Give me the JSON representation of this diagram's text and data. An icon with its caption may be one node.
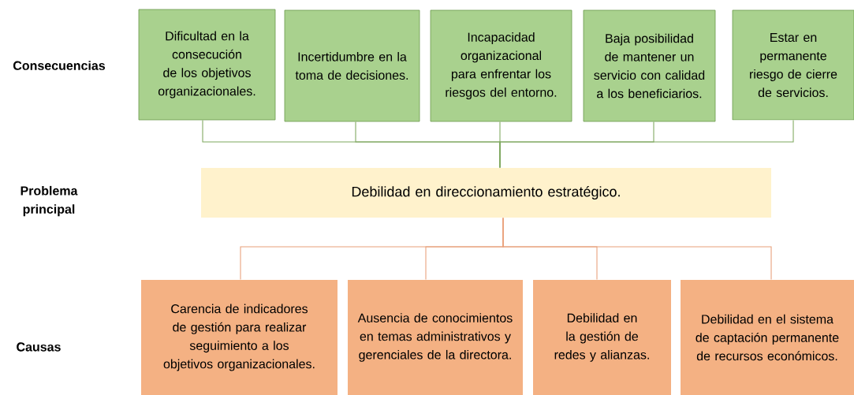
{
  "diagram": {
    "nodes": [
      {
        "text": [
          "Dificultad en la consecución de los objetivos organizacionales."
        ]
      },
      {
        "text": [
          "Incertidumbre en la toma de decisiones."
        ]
      },
      {
        "text": [
          "Incapacidad organizacional para enfrentar los riesgos del entorno."
        ]
      },
      {
        "text": [
          "Baja posibilidad de mantener un servicio con calidad a los beneficiarios."
        ]
      },
      {
        "text": [
          "Estar en permanente riesgo de cierre de servicios."
        ]
      },
      {
        "text": [
          "Debilidad en direccionamiento estratégico."
        ]
      },
      {
        "text": [
          "Carencia de indicadores de gestión para realizar seguimiento a los objetivos organizacionales."
        ]
      },
      {
        "text": [
          "Ausencia de conocimientos en temas administrativos y gerenciales de la directora."
        ]
      },
      {
        "text": [
          "Debilidad en la gestión de redes y alianzas."
        ]
      },
      {
        "text": [
          "Debilidad en el sistema de captación permanente de recursos económicos."
        ]
      }
    ],
    "edges": [
      {
        "from": 5,
        "to": 0,
        "arrow": "none"
      },
      {
        "from": 5,
        "to": 1,
        "arrow": "none"
      },
      {
        "from": 5,
        "to": 2,
        "arrow": "none"
      },
      {
        "from": 5,
        "to": 3,
        "arrow": "none"
      },
      {
        "from": 5,
        "to": 4,
        "arrow": "none"
      },
      {
        "from": 5,
        "to": 6,
        "arrow": "none",
        "color": "#e8a07a"
      },
      {
        "from": 5,
        "to": 7,
        "arrow": "none",
        "color": "#e8a07a"
      },
      {
        "from": 5,
        "to": 8,
        "arrow": "none",
        "color": "#e8a07a"
      },
      {
        "from": 5,
        "to": 9,
        "arrow": "none",
        "color": "#e8a07a"
      }
    ],
    "labels": [
      "Consecuencias",
      "Problema principal",
      "Causas"
    ]
  }
}
